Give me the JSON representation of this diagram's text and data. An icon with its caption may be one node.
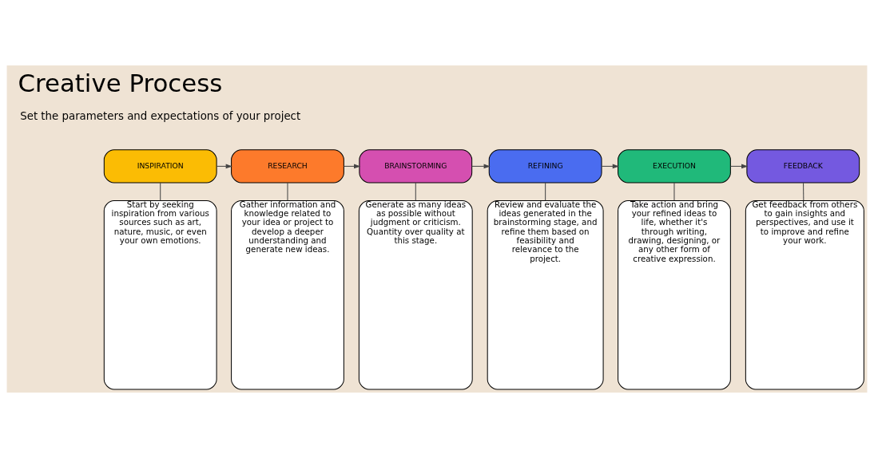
{
  "diagram": {
    "title": "Creative Process",
    "nodes": [
      {
        "text": [
          "INSPIRATION"
        ]
      },
      {
        "text": [
          "RESEARCH"
        ]
      },
      {
        "text": [
          "BRAINSTORMING"
        ]
      },
      {
        "text": [
          "REFINING"
        ]
      },
      {
        "text": [
          "EXECUTION"
        ]
      },
      {
        "text": [
          "FEEDBACK"
        ]
      },
      {
        "text": [
          "Start by seeking inspiration from various sources such as art, nature, music, or even your own emotions."
        ]
      },
      {
        "text": [
          "Gather information and knowledge related to your idea or project to develop a deeper understanding and generate new ideas."
        ]
      },
      {
        "text": [
          "Generate as many ideas as possible without judgment or criticism. Quantity over quality at this stage."
        ]
      },
      {
        "text": [
          "Review and evaluate the ideas generated in the brainstorming stage, and refine them based on feasibility and relevance to the project."
        ]
      },
      {
        "text": [
          "Take action and bring your refined ideas to life, whether it's through writing, drawing, designing, or any other form of creative expression."
        ]
      },
      {
        "text": [
          "Get feedback from others to gain insights and perspectives, and use it to improve and refine your work."
        ]
      }
    ],
    "edges": [
      {
        "from": 0,
        "to": 1,
        "arrow": "to"
      },
      {
        "from": 1,
        "to": 2,
        "arrow": "to"
      },
      {
        "from": 2,
        "to": 3,
        "arrow": "to"
      },
      {
        "from": 3,
        "to": 4,
        "arrow": "to"
      },
      {
        "from": 4,
        "to": 5,
        "arrow": "to"
      },
      {
        "from": 0,
        "to": 6,
        "arrow": "none"
      },
      {
        "from": 1,
        "to": 7,
        "arrow": "none"
      },
      {
        "from": 2,
        "to": 8,
        "arrow": "none"
      },
      {
        "from": 3,
        "to": 9,
        "arrow": "none"
      },
      {
        "from": 4,
        "to": 10,
        "arrow": "none"
      },
      {
        "from": 5,
        "to": 11,
        "arrow": "none"
      }
    ],
    "labels": [
      "Set the parameters and expectations of your project"
    ]
  }
}
